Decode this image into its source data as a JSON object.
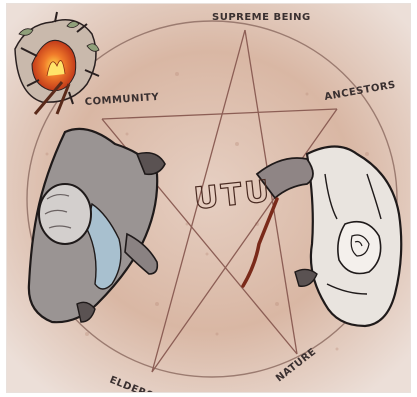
{
  "illustration": {
    "center_label": "UTU",
    "points": {
      "top": "SUPREME BEING",
      "upper_left": "COMMUNITY",
      "upper_right": "ANCESTORS",
      "lower_left": "ELDERS",
      "lower_right": "NATURE"
    },
    "colors": {
      "ground": "#d8b8a6",
      "ink": "#2a2020",
      "fire": "#e04a1a"
    }
  }
}
